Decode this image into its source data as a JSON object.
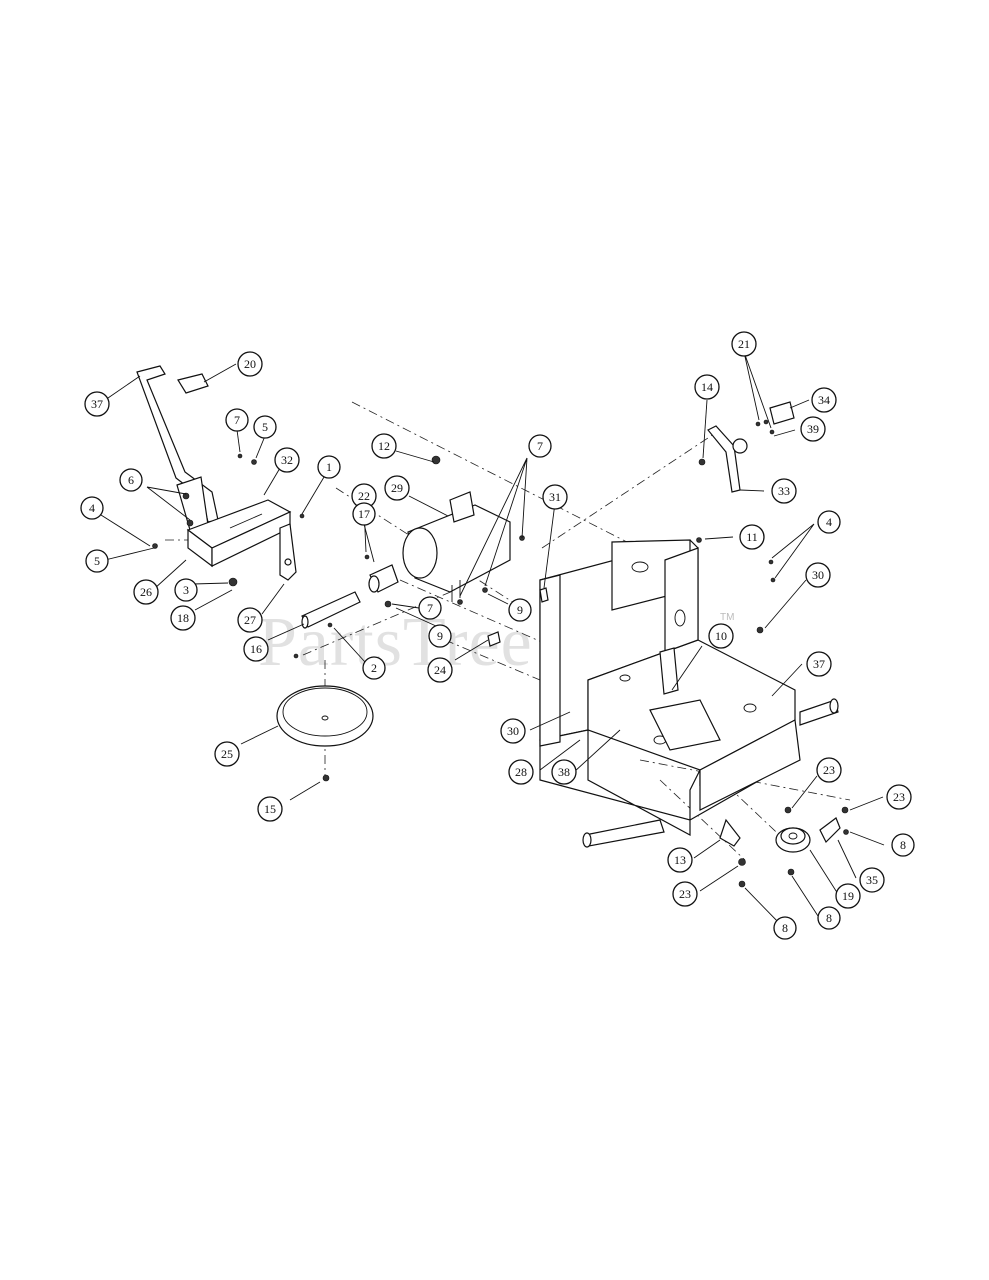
{
  "watermark": {
    "text": "PartsTree",
    "tm": "TM"
  },
  "callouts": [
    {
      "label": "37"
    },
    {
      "label": "20"
    },
    {
      "label": "7"
    },
    {
      "label": "5"
    },
    {
      "label": "32"
    },
    {
      "label": "6"
    },
    {
      "label": "4"
    },
    {
      "label": "5"
    },
    {
      "label": "26"
    },
    {
      "label": "3"
    },
    {
      "label": "18"
    },
    {
      "label": "27"
    },
    {
      "label": "1"
    },
    {
      "label": "22"
    },
    {
      "label": "17"
    },
    {
      "label": "29"
    },
    {
      "label": "12"
    },
    {
      "label": "16"
    },
    {
      "label": "7"
    },
    {
      "label": "9"
    },
    {
      "label": "2"
    },
    {
      "label": "25"
    },
    {
      "label": "15"
    },
    {
      "label": "7"
    },
    {
      "label": "9"
    },
    {
      "label": "31"
    },
    {
      "label": "24"
    },
    {
      "label": "14"
    },
    {
      "label": "21"
    },
    {
      "label": "34"
    },
    {
      "label": "39"
    },
    {
      "label": "33"
    },
    {
      "label": "11"
    },
    {
      "label": "4"
    },
    {
      "label": "30"
    },
    {
      "label": "10"
    },
    {
      "label": "37"
    },
    {
      "label": "30"
    },
    {
      "label": "28"
    },
    {
      "label": "38"
    },
    {
      "label": "23"
    },
    {
      "label": "23"
    },
    {
      "label": "8"
    },
    {
      "label": "35"
    },
    {
      "label": "19"
    },
    {
      "label": "13"
    },
    {
      "label": "23"
    },
    {
      "label": "8"
    },
    {
      "label": "8"
    }
  ]
}
